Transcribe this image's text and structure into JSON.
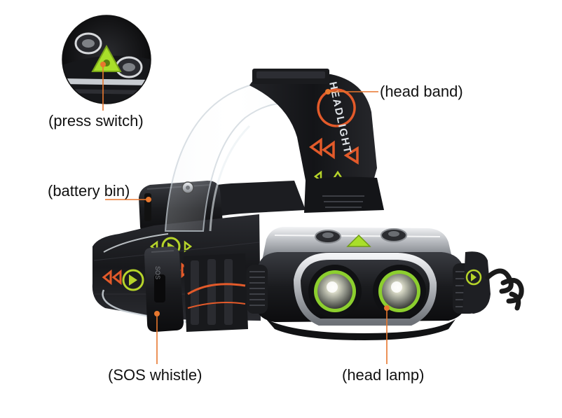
{
  "labels": {
    "press_switch": "(press switch)",
    "head_band": "(head band)",
    "battery_bin": "(battery bin)",
    "sos_whistle": "(SOS whistle)",
    "head_lamp": "(head lamp)"
  },
  "band_text": "HEADLIGHT",
  "colors": {
    "leader_line": "#e8772e",
    "band_pattern_orange": "#e35a2a",
    "band_pattern_green": "#b6d42a",
    "switch_green": "#a9df2a",
    "lens_ring_green": "#8ccf2e",
    "strap_dark": "#1d1e22"
  }
}
